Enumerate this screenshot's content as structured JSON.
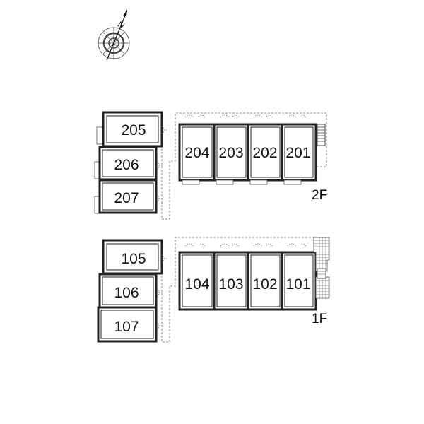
{
  "compass": {
    "label": "N",
    "icon": "compass-rose-icon"
  },
  "floors": [
    {
      "label": "2F",
      "west_units": [
        "205",
        "206",
        "207"
      ],
      "east_units": [
        "204",
        "203",
        "202",
        "201"
      ]
    },
    {
      "label": "1F",
      "west_units": [
        "105",
        "106",
        "107"
      ],
      "east_units": [
        "104",
        "103",
        "102",
        "101"
      ]
    }
  ]
}
